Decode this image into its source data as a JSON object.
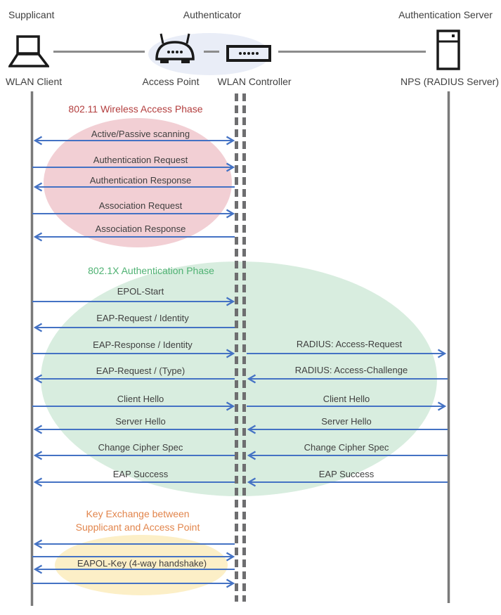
{
  "header": {
    "roles": {
      "supplicant": "Supplicant",
      "authenticator": "Authenticator",
      "auth_server": "Authentication Server"
    },
    "nodes": {
      "wlan_client": "WLAN Client",
      "access_point": "Access Point",
      "wlan_controller": "WLAN Controller",
      "nps": "NPS (RADIUS Server)"
    }
  },
  "phases": {
    "wireless_access": {
      "title": "802.11 Wireless Access Phase"
    },
    "authentication": {
      "title": "802.1X Authentication Phase"
    },
    "key_exchange": {
      "line1": "Key Exchange between",
      "line2": "Supplicant and Access Point"
    }
  },
  "messages": {
    "client_to_controller": [
      "Active/Passive scanning",
      "Authentication Request",
      "Authentication Response",
      "Association Request",
      "Association Response",
      "EPOL-Start",
      "EAP-Request / Identity",
      "EAP-Response / Identity",
      "EAP-Request / (Type)",
      "Client Hello",
      "Server Hello",
      "Change Cipher Spec",
      "EAP Success",
      "EAPOL-Key (4-way handshake)"
    ],
    "controller_to_server": [
      "RADIUS: Access-Request",
      "RADIUS: Access-Challenge",
      "Client Hello",
      "Server Hello",
      "Change Cipher Spec",
      "EAP Success"
    ]
  },
  "colors": {
    "arrow": "#4472C4",
    "lifeline": "#7A7A7A",
    "dashes": "#6E6E70",
    "connector": "#8C8C8C",
    "text": "#3F3F3F",
    "icon": "#1A1A1A",
    "phase1": "#B33E3E",
    "phase2": "#4FB273",
    "phase3": "#E2854C",
    "ellipse1": "#F2CFD4",
    "ellipse2": "#D8EDDF",
    "ellipse3": "#FCEFC7",
    "ellipseTop": "#E9EDF7"
  }
}
